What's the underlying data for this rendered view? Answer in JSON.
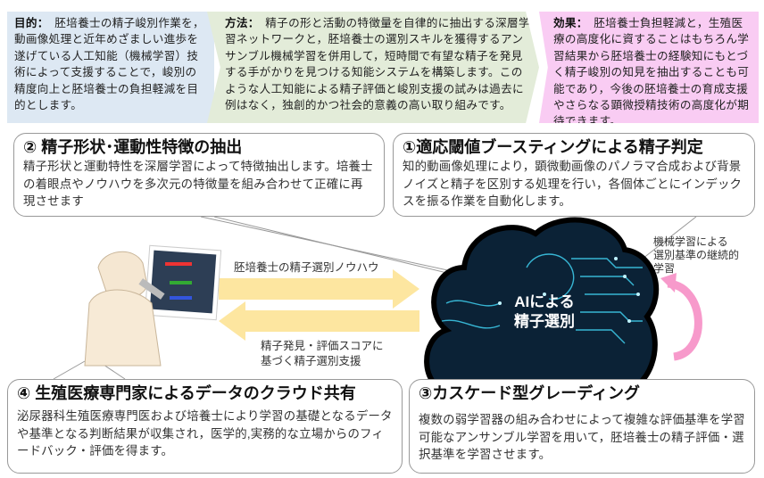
{
  "top": {
    "purpose": {
      "label": "目的：",
      "text": "　胚培養士の精子峻別作業を，動画像処理と近年めざましい進歩を遂げている人工知能（機械学習）技術によって支援することで，峻別の精度向上と胚培養士の負担軽減を目的とします。"
    },
    "method": {
      "label": "方法：",
      "text": "　精子の形と活動の特徴量を自律的に抽出する深層学習ネットワークと，胚培養士の選別スキルを獲得するアンサンブル機械学習を併用して，短時間で有望な精子を発見する手がかりを見つける知能システムを構築します。このような人工知能による精子評価と峻別支援の試みは過去に例はなく，独創的かつ社会的意義の高い取り組みです。"
    },
    "effect": {
      "label": "効果：",
      "text": "　胚培養士負担軽減と，生殖医療の高度化に資することはもちろん学習結果から胚培養士の経験知にもとづく精子峻別の知見を抽出することも可能であり，今後の胚培養士の育成支援やさらなる顕微授精技術の高度化が期待できます。"
    }
  },
  "callouts": {
    "c2": {
      "title": "②  精子形状･運動性特徴の抽出",
      "text": "精子形状と運動特性を深層学習によって特徴抽出します。培養士の着眼点やノウハウを多次元の特徴量を組み合わせて正確に再現させます"
    },
    "c1": {
      "title": "①適応閾値ブースティングによる精子判定",
      "text": "知的動画像処理により，顕微動画像のパノラマ合成および背景ノイズと精子を区別する処理を行い，各個体ごとにインデックスを振る作業を自動化します。"
    },
    "c4": {
      "title": "④  生殖医療専門家によるデータのクラウド共有",
      "text": "泌尿器科生殖医療専門医および培養士により学習の基礎となるデータや基準となる判断結果が収集され，医学的,実務的な立場からのフィードバック・評価を得ます。"
    },
    "c3": {
      "title": "③カスケード型グレーディング",
      "text": "複数の弱学習器の組み合わせによって複雑な評価基準を学習可能なアンサンブル学習を用いて，胚培養士の精子評価・選択基準を学習させます。"
    }
  },
  "flow": {
    "to_ai": "胚培養士の精子選別ノウハウ",
    "from_ai_1": "精子発見・評価スコアに",
    "from_ai_2": "基づく精子選別支援",
    "cloud_1": "AIによる",
    "cloud_2": "精子選別",
    "loop_1": "機械学習による",
    "loop_2": "選別基準の継続的",
    "loop_3": "学習"
  },
  "colors": {
    "arrow": "#fde6a0",
    "loop": "#f79acb",
    "cloud": "#0b2236",
    "circuit": "#3fd0f0"
  }
}
